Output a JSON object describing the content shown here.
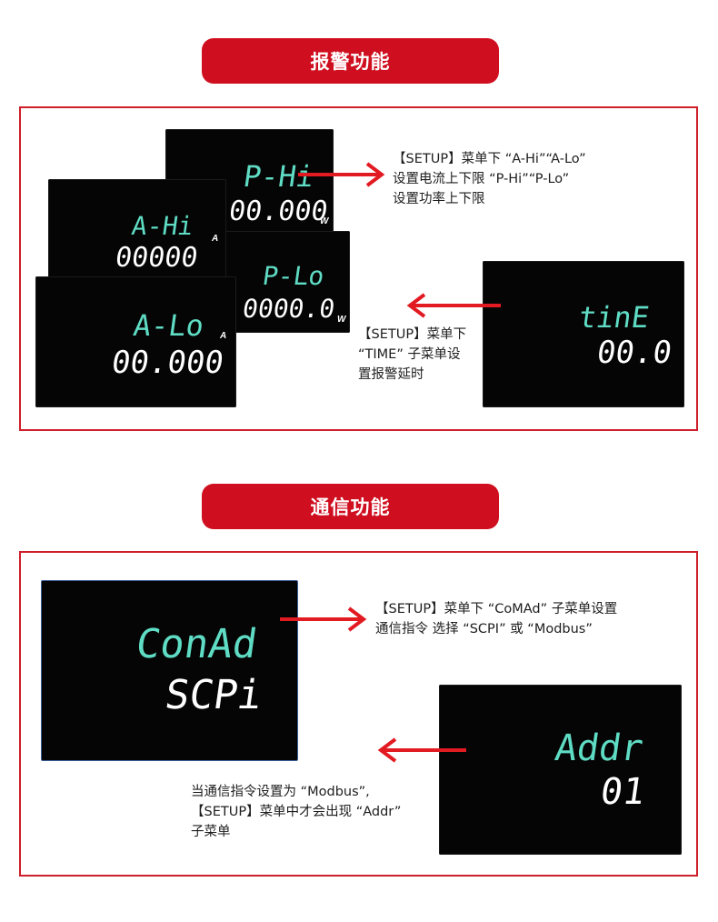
{
  "section1": {
    "title": "报警功能",
    "displays": {
      "p_hi": {
        "label": "P-Hi",
        "value": "00.000",
        "unit": "W"
      },
      "a_hi": {
        "label": "A-Hi",
        "value": "00000",
        "unit": "A"
      },
      "p_lo": {
        "label": "P-Lo",
        "value": "0000.0",
        "unit": "W"
      },
      "a_lo": {
        "label": "A-Lo",
        "value": "00.000",
        "unit": "A"
      },
      "time": {
        "label": "tinE",
        "value": "00.0"
      }
    },
    "desc_top": [
      "【SETUP】菜单下 “A-Hi”“A-Lo”",
      "设置电流上下限 “P-Hi”“P-Lo”",
      "设置功率上下限"
    ],
    "desc_time": [
      "【SETUP】菜单下",
      "“TIME” 子菜单设",
      "置报警延时"
    ]
  },
  "section2": {
    "title": "通信功能",
    "displays": {
      "comad": {
        "label": "ConAd",
        "value": "SCPi"
      },
      "addr": {
        "label": "Addr",
        "value": "01"
      }
    },
    "desc_comad": [
      "【SETUP】菜单下 “CoMAd” 子菜单设置",
      "通信指令 选择 “SCPI” 或 “Modbus”"
    ],
    "desc_addr": [
      "当通信指令设置为 “Modbus”,",
      "【SETUP】菜单中才会出现 “Addr”",
      "子菜单"
    ]
  },
  "colors": {
    "accent": "#cf0f1f",
    "lcd_text": "#5fdcc4",
    "lcd_bg": "#050505"
  },
  "icons": [
    "arrow-right-icon",
    "arrow-left-icon"
  ]
}
